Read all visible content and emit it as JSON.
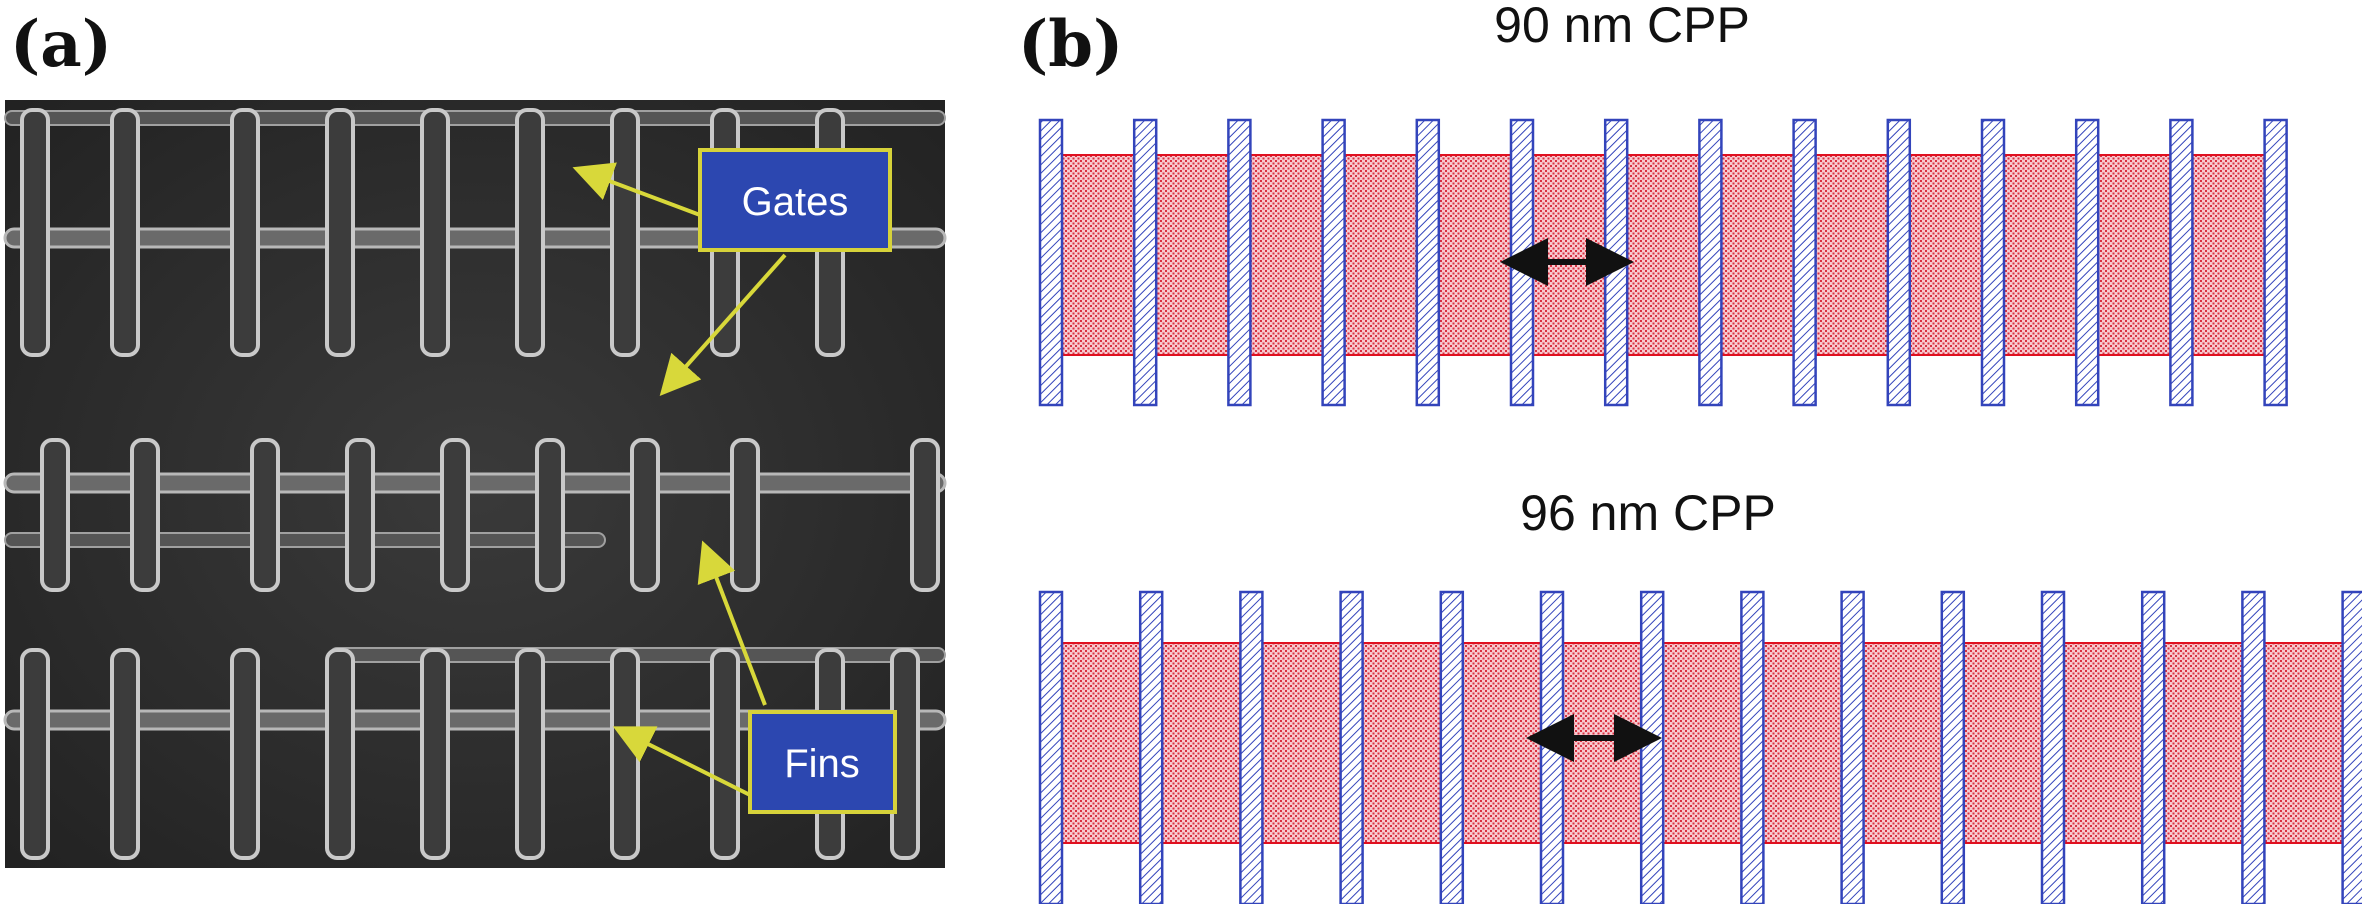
{
  "panel_a": {
    "label": "(a)",
    "callouts": [
      {
        "text": "Gates"
      },
      {
        "text": "Fins"
      }
    ]
  },
  "panel_b": {
    "label": "(b)",
    "layouts": [
      {
        "title": "90 nm CPP",
        "gate_count": 14
      },
      {
        "title": "96 nm CPP",
        "gate_count": 14
      }
    ]
  },
  "colors": {
    "gate_stroke": "#3344bb",
    "fin_fill": "#e24c5c",
    "fin_stroke": "#e01020",
    "callout_fill": "#2c47b0",
    "callout_border": "#d6d23a",
    "arrow_yellow": "#d8d83a"
  }
}
